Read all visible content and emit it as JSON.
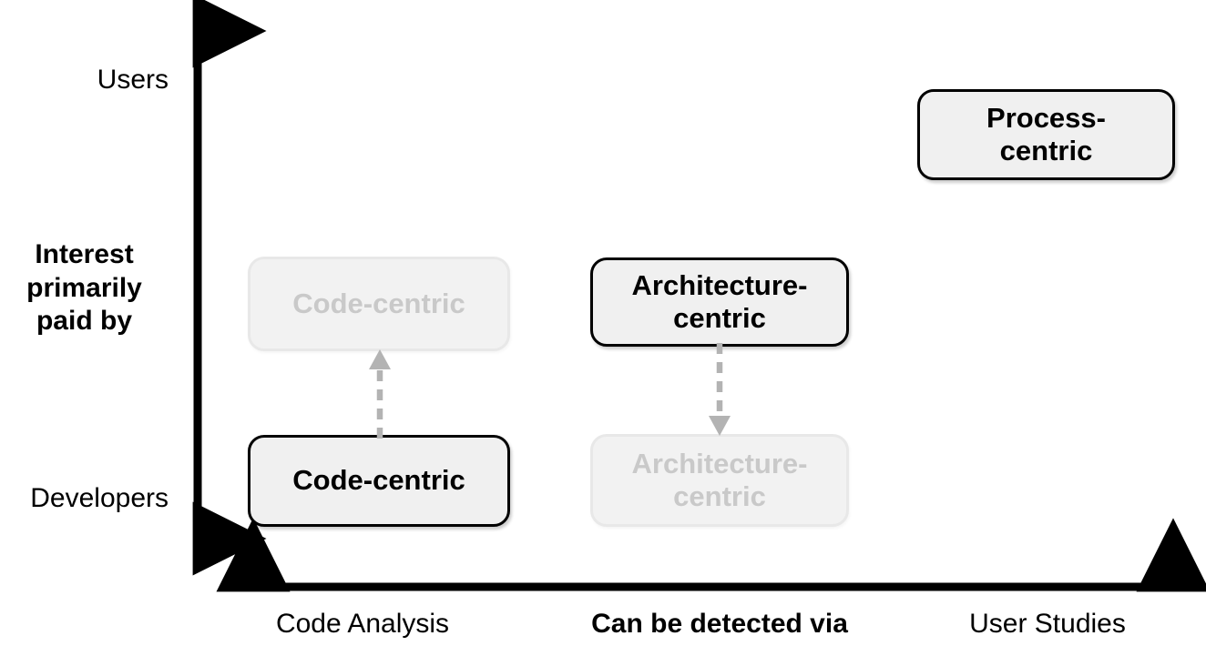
{
  "diagram": {
    "title": "Interest primarily paid by vs Can be detected via",
    "colors": {
      "box_fill_solid": "#f0f0f0",
      "box_border_solid": "#000000",
      "box_fill_ghost": "#f2f2f2",
      "box_border_ghost": "#e8e8e8",
      "ghost_text": "#c9c9c9",
      "axis": "#000000",
      "dashed_arrow": "#b3b3b3"
    }
  },
  "y_axis": {
    "title": "Interest\nprimarily\npaid by",
    "top_label": "Users",
    "bottom_label": "Developers",
    "arrow_style": "double-headed-vertical"
  },
  "x_axis": {
    "title": "Can be detected via",
    "left_label": "Code Analysis",
    "right_label": "User Studies",
    "arrow_style": "double-headed-horizontal"
  },
  "nodes": [
    {
      "id": "code-ghost",
      "label": "Code-centric",
      "state": "faded",
      "column": "Code Analysis",
      "row": "Interest (upper-middle)"
    },
    {
      "id": "code-solid",
      "label": "Code-centric",
      "state": "highlighted",
      "column": "Code Analysis",
      "row": "Developers"
    },
    {
      "id": "arch-solid",
      "label": "Architecture-\ncentric",
      "state": "highlighted",
      "column": "Can be detected via",
      "row": "Interest (upper-middle)"
    },
    {
      "id": "arch-ghost",
      "label": "Architecture-\ncentric",
      "state": "faded",
      "column": "Can be detected via",
      "row": "Developers"
    },
    {
      "id": "process-solid",
      "label": "Process-\ncentric",
      "state": "highlighted",
      "column": "User Studies",
      "row": "Users"
    }
  ],
  "transitions": [
    {
      "id": "code-upward",
      "from": "code-solid",
      "to": "code-ghost",
      "direction": "up",
      "style": "dashed"
    },
    {
      "id": "arch-downward",
      "from": "arch-solid",
      "to": "arch-ghost",
      "direction": "down",
      "style": "dashed"
    }
  ]
}
